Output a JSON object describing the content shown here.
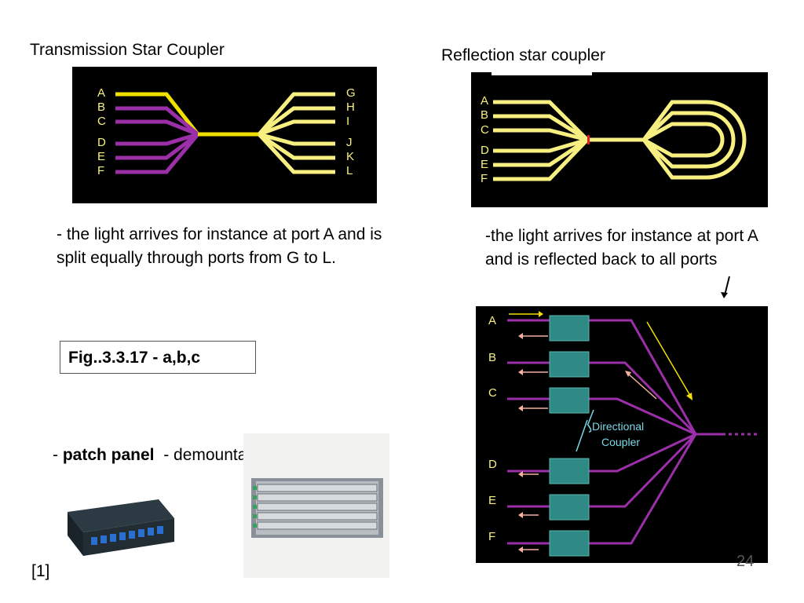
{
  "transmission": {
    "title": "Transmission Star Coupler",
    "left_ports": [
      "A",
      "B",
      "C",
      "D",
      "E",
      "F"
    ],
    "right_ports": [
      "G",
      "H",
      "I",
      "J",
      "K",
      "L"
    ],
    "description": "- the light arrives for instance at port A and is split equally through ports from G to L."
  },
  "reflection": {
    "title": "Reflection star coupler",
    "ports": [
      "A",
      "B",
      "C",
      "D",
      "E",
      "F"
    ],
    "description": "-the light arrives for instance at port A and is reflected back to all ports"
  },
  "directional": {
    "ports": [
      "A",
      "B",
      "C",
      "D",
      "E",
      "F"
    ],
    "label_line1": "Directional",
    "label_line2": "Coupler"
  },
  "figure_caption": "Fig..3.3.17 - a,b,c",
  "patch": {
    "prefix": "- ",
    "bold": "patch panel",
    "suffix": "  - demountable coupler"
  },
  "reference": "[1]",
  "page_number": "24",
  "colors": {
    "yellow": "#f7f080",
    "bright_yellow": "#f0e000",
    "purple": "#9a2fa8",
    "teal_box": "#2f8a86",
    "label_cyan": "#7ad8e8"
  }
}
